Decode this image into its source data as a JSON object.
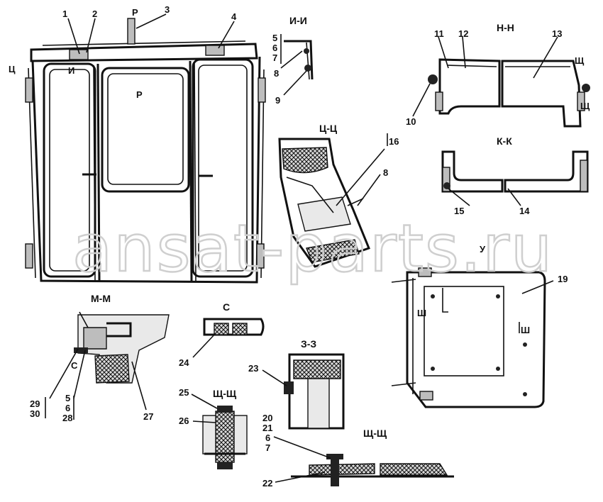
{
  "watermark": "ansat-parts.ru",
  "section_titles": {
    "i_i": "И-И",
    "n_n": "Н-Н",
    "ts_ts": "Ц-Ц",
    "k_k": "К-К",
    "m_m": "М-М",
    "s": "С",
    "z_z": "З-З",
    "shch_shch_a": "Щ-Щ",
    "shch_shch_b": "Щ-Щ"
  },
  "view_marks": {
    "r_top": "Р",
    "r_mid": "Р",
    "ts_left": "Ц",
    "i_mark": "И",
    "shch_right_top": "Щ",
    "shch_right_bottom": "Щ",
    "u_mark": "У",
    "sh_a": "Ш",
    "sh_b": "Ш",
    "s_mark": "С"
  },
  "callouts": {
    "c1": "1",
    "c2": "2",
    "c3": "3",
    "c4": "4",
    "c5_6_7": [
      "5",
      "6",
      "7"
    ],
    "c8a": "8",
    "c9": "9",
    "c10": "10",
    "c11": "11",
    "c12": "12",
    "c13": "13",
    "c14": "14",
    "c15": "15",
    "c16": "16",
    "c8b": "8",
    "c19": "19",
    "c24": "24",
    "c23": "23",
    "c25": "25",
    "c26": "26",
    "c27": "27",
    "c29_30": [
      "29",
      "30"
    ],
    "c5_6_28": [
      "5",
      "6",
      "28"
    ],
    "c20_21_6_7": [
      "20",
      "21",
      "6",
      "7"
    ],
    "c22": "22"
  }
}
